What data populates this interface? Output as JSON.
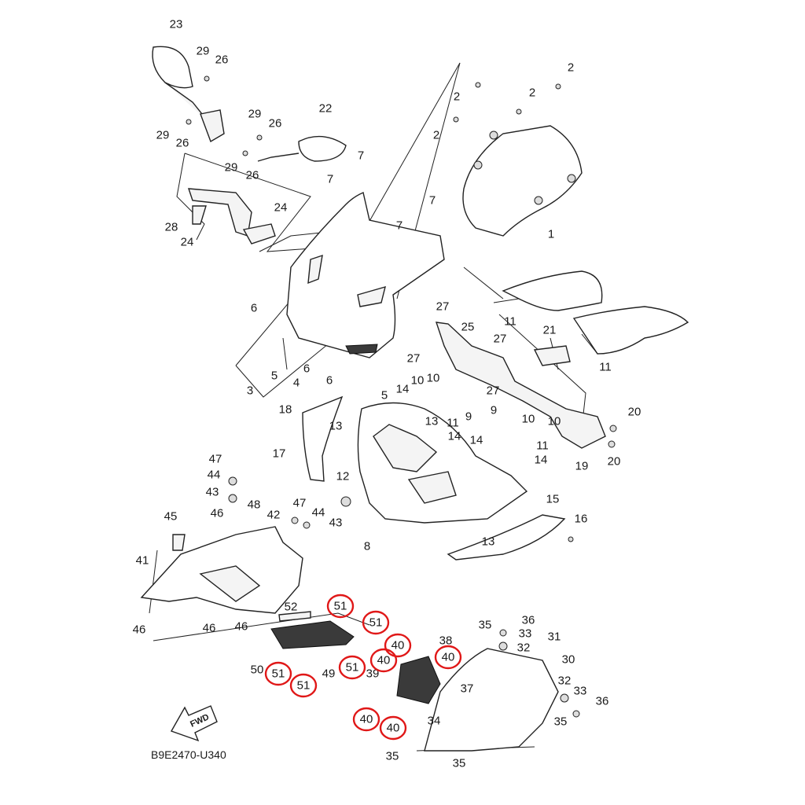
{
  "diagram_code": "B9E2470-U340",
  "fwd_text": "FWD",
  "callouts": [
    {
      "id": "c23",
      "text": "23"
    },
    {
      "id": "c29a",
      "text": "29"
    },
    {
      "id": "c26a",
      "text": "26"
    },
    {
      "id": "c29b",
      "text": "29"
    },
    {
      "id": "c26b",
      "text": "26"
    },
    {
      "id": "c29c",
      "text": "29"
    },
    {
      "id": "c26c",
      "text": "26"
    },
    {
      "id": "c22",
      "text": "22"
    },
    {
      "id": "c29d",
      "text": "29"
    },
    {
      "id": "c26d",
      "text": "26"
    },
    {
      "id": "c7a",
      "text": "7"
    },
    {
      "id": "c7b",
      "text": "7"
    },
    {
      "id": "c7c",
      "text": "7"
    },
    {
      "id": "c7d",
      "text": "7"
    },
    {
      "id": "c2a",
      "text": "2"
    },
    {
      "id": "c2b",
      "text": "2"
    },
    {
      "id": "c2c",
      "text": "2"
    },
    {
      "id": "c2d",
      "text": "2"
    },
    {
      "id": "c1",
      "text": "1"
    },
    {
      "id": "c24a",
      "text": "24"
    },
    {
      "id": "c28",
      "text": "28"
    },
    {
      "id": "c24b",
      "text": "24"
    },
    {
      "id": "c6a",
      "text": "6"
    },
    {
      "id": "c5a",
      "text": "5"
    },
    {
      "id": "c6b",
      "text": "6"
    },
    {
      "id": "c6c",
      "text": "6"
    },
    {
      "id": "c3",
      "text": "3"
    },
    {
      "id": "c4",
      "text": "4"
    },
    {
      "id": "c5b",
      "text": "5"
    },
    {
      "id": "c18",
      "text": "18"
    },
    {
      "id": "c11a",
      "text": "11"
    },
    {
      "id": "c21",
      "text": "21"
    },
    {
      "id": "c11b",
      "text": "11"
    },
    {
      "id": "c27a",
      "text": "27"
    },
    {
      "id": "c25",
      "text": "25"
    },
    {
      "id": "c27b",
      "text": "27"
    },
    {
      "id": "c27c",
      "text": "27"
    },
    {
      "id": "c27d",
      "text": "27"
    },
    {
      "id": "c10a",
      "text": "10"
    },
    {
      "id": "c14a",
      "text": "14"
    },
    {
      "id": "c10b",
      "text": "10"
    },
    {
      "id": "c11c",
      "text": "11"
    },
    {
      "id": "c9a",
      "text": "9"
    },
    {
      "id": "c9b",
      "text": "9"
    },
    {
      "id": "c20a",
      "text": "20"
    },
    {
      "id": "c13a",
      "text": "13"
    },
    {
      "id": "c13b",
      "text": "13"
    },
    {
      "id": "c14b",
      "text": "14"
    },
    {
      "id": "c10c",
      "text": "10"
    },
    {
      "id": "c10d",
      "text": "10"
    },
    {
      "id": "c11d",
      "text": "11"
    },
    {
      "id": "c14c",
      "text": "14"
    },
    {
      "id": "c14d",
      "text": "14"
    },
    {
      "id": "c19",
      "text": "19"
    },
    {
      "id": "c20b",
      "text": "20"
    },
    {
      "id": "c17",
      "text": "17"
    },
    {
      "id": "c12",
      "text": "12"
    },
    {
      "id": "c15",
      "text": "15"
    },
    {
      "id": "c16",
      "text": "16"
    },
    {
      "id": "c13c",
      "text": "13"
    },
    {
      "id": "c8",
      "text": "8"
    },
    {
      "id": "c47a",
      "text": "47"
    },
    {
      "id": "c44a",
      "text": "44"
    },
    {
      "id": "c43a",
      "text": "43"
    },
    {
      "id": "c48",
      "text": "48"
    },
    {
      "id": "c46a",
      "text": "46"
    },
    {
      "id": "c47b",
      "text": "47"
    },
    {
      "id": "c42",
      "text": "42"
    },
    {
      "id": "c44b",
      "text": "44"
    },
    {
      "id": "c43b",
      "text": "43"
    },
    {
      "id": "c45",
      "text": "45"
    },
    {
      "id": "c41",
      "text": "41"
    },
    {
      "id": "c46b",
      "text": "46"
    },
    {
      "id": "c46c",
      "text": "46"
    },
    {
      "id": "c46d",
      "text": "46"
    },
    {
      "id": "c52",
      "text": "52"
    },
    {
      "id": "c51a",
      "text": "51"
    },
    {
      "id": "c51b",
      "text": "51"
    },
    {
      "id": "c50",
      "text": "50"
    },
    {
      "id": "c51c",
      "text": "51"
    },
    {
      "id": "c51d",
      "text": "51"
    },
    {
      "id": "c49",
      "text": "49"
    },
    {
      "id": "c51e",
      "text": "51"
    },
    {
      "id": "c40a",
      "text": "40"
    },
    {
      "id": "c40b",
      "text": "40"
    },
    {
      "id": "c39",
      "text": "39"
    },
    {
      "id": "c38",
      "text": "38"
    },
    {
      "id": "c40c",
      "text": "40"
    },
    {
      "id": "c35a",
      "text": "35"
    },
    {
      "id": "c36a",
      "text": "36"
    },
    {
      "id": "c33a",
      "text": "33"
    },
    {
      "id": "c32a",
      "text": "32"
    },
    {
      "id": "c31",
      "text": "31"
    },
    {
      "id": "c30",
      "text": "30"
    },
    {
      "id": "c37",
      "text": "37"
    },
    {
      "id": "c32b",
      "text": "32"
    },
    {
      "id": "c33b",
      "text": "33"
    },
    {
      "id": "c36b",
      "text": "36"
    },
    {
      "id": "c35b",
      "text": "35"
    },
    {
      "id": "c34",
      "text": "34"
    },
    {
      "id": "c40d",
      "text": "40"
    },
    {
      "id": "c40e",
      "text": "40"
    },
    {
      "id": "c35c",
      "text": "35"
    },
    {
      "id": "c35d",
      "text": "35"
    }
  ],
  "highlight_color": "#e01818"
}
